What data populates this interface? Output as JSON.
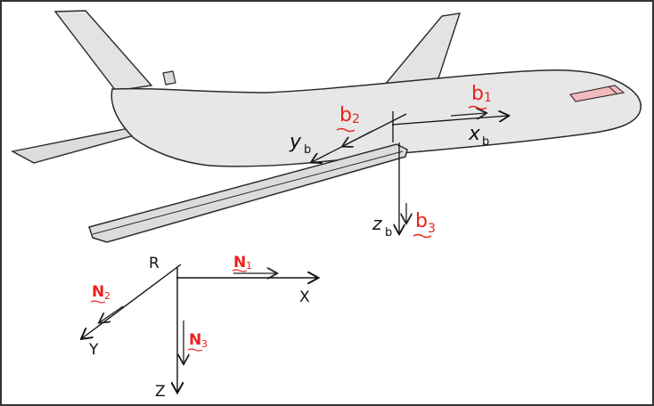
{
  "labels": {
    "body_x": "x",
    "body_y": "y",
    "body_z": "z",
    "body_sub": "b",
    "b1": "b",
    "b1_sub": "1",
    "b2": "b",
    "b2_sub": "2",
    "b3": "b",
    "b3_sub": "3",
    "R": "R",
    "X": "X",
    "Y": "Y",
    "Z": "Z",
    "N1": "N",
    "N1_sub": "1",
    "N2": "N",
    "N2_sub": "2",
    "N3": "N",
    "N3_sub": "3"
  },
  "colors": {
    "fuselage": "#e7e7e7",
    "wing": "#dcdcdc",
    "outline": "#2a2a2a",
    "vector_red": "#e8231c",
    "window_pink": "#f4b9bd",
    "frame": "#333333"
  }
}
